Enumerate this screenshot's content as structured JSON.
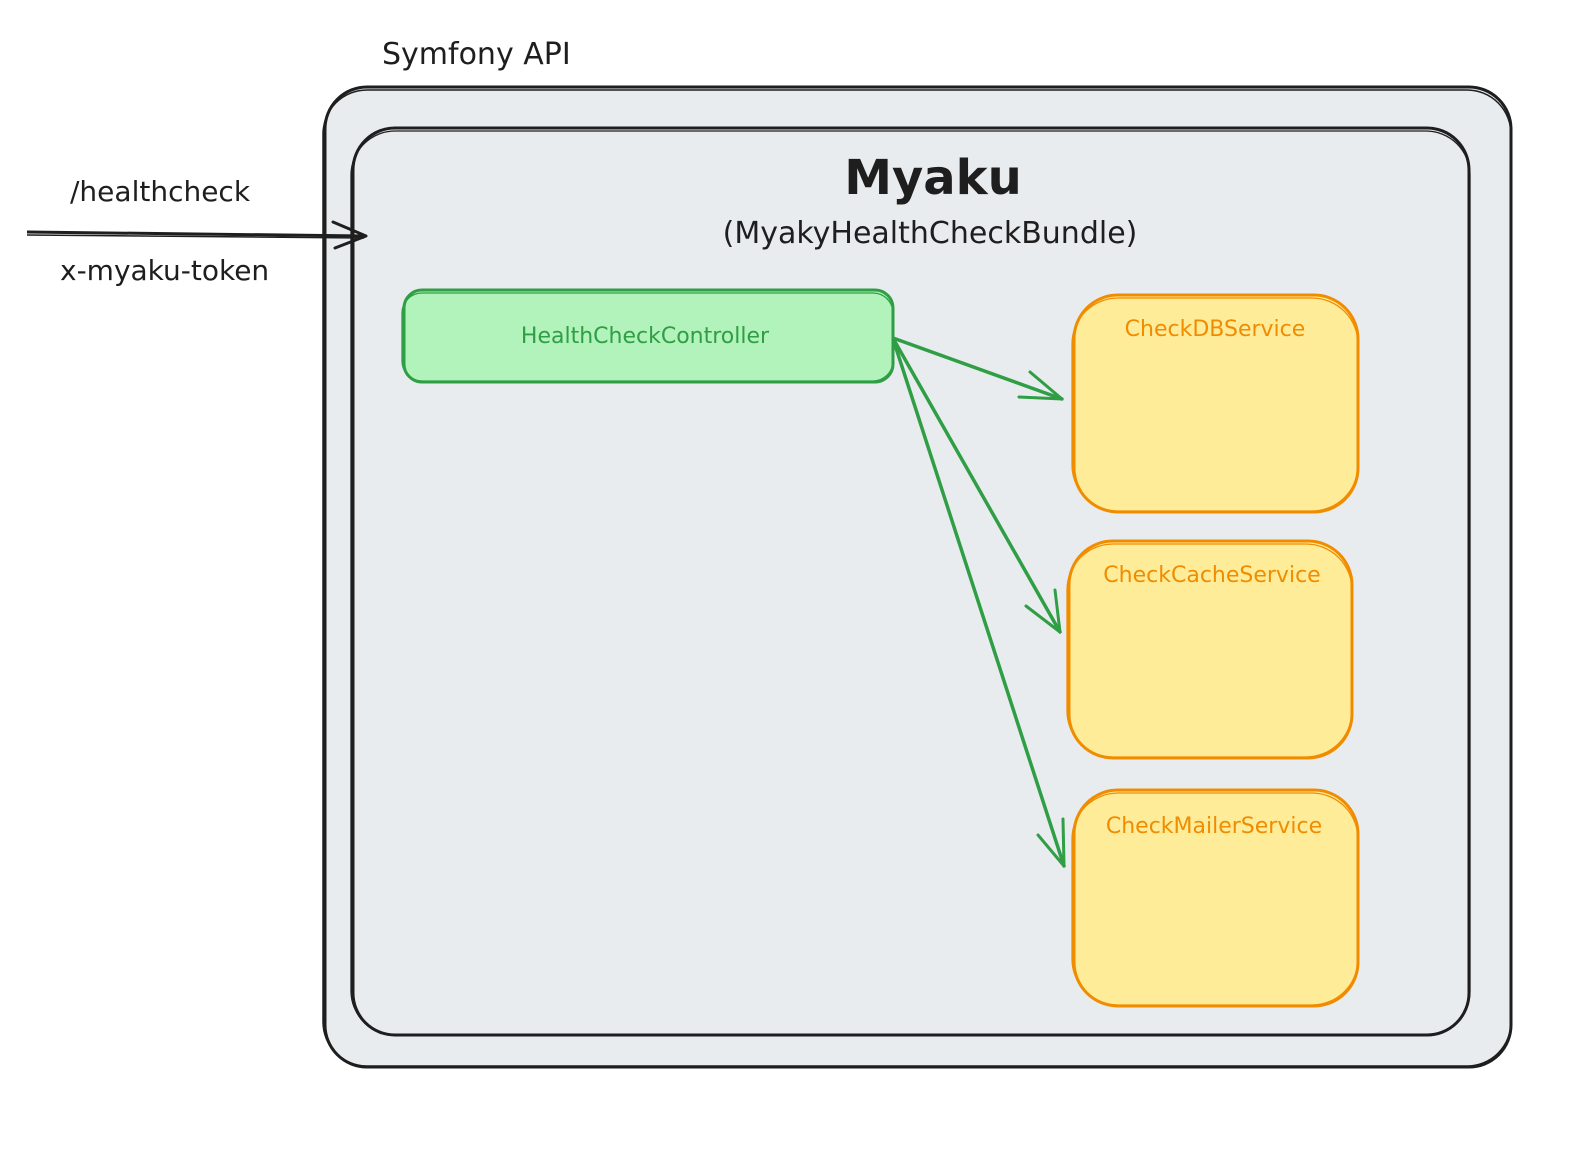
{
  "outer_box": {
    "label": "Symfony API",
    "fill": "#e9ecef",
    "stroke": "#1e1e1e"
  },
  "bundle_box": {
    "title": "Myaku",
    "subtitle": "(MyakyHealthCheckBundle)",
    "fill": "#e9ecef",
    "stroke": "#1e1e1e"
  },
  "request_arrow": {
    "endpoint_label": "/healthcheck",
    "header_label": "x-myaku-token",
    "stroke": "#1e1e1e"
  },
  "controller": {
    "label": "HealthCheckController",
    "fill": "#b2f2bb",
    "stroke": "#2f9e44"
  },
  "services": [
    {
      "label": "CheckDBService"
    },
    {
      "label": "CheckCacheService"
    },
    {
      "label": "CheckMailerService"
    }
  ],
  "service_style": {
    "fill": "#ffec99",
    "stroke": "#f08c00"
  },
  "connector_color": "#2f9e44"
}
